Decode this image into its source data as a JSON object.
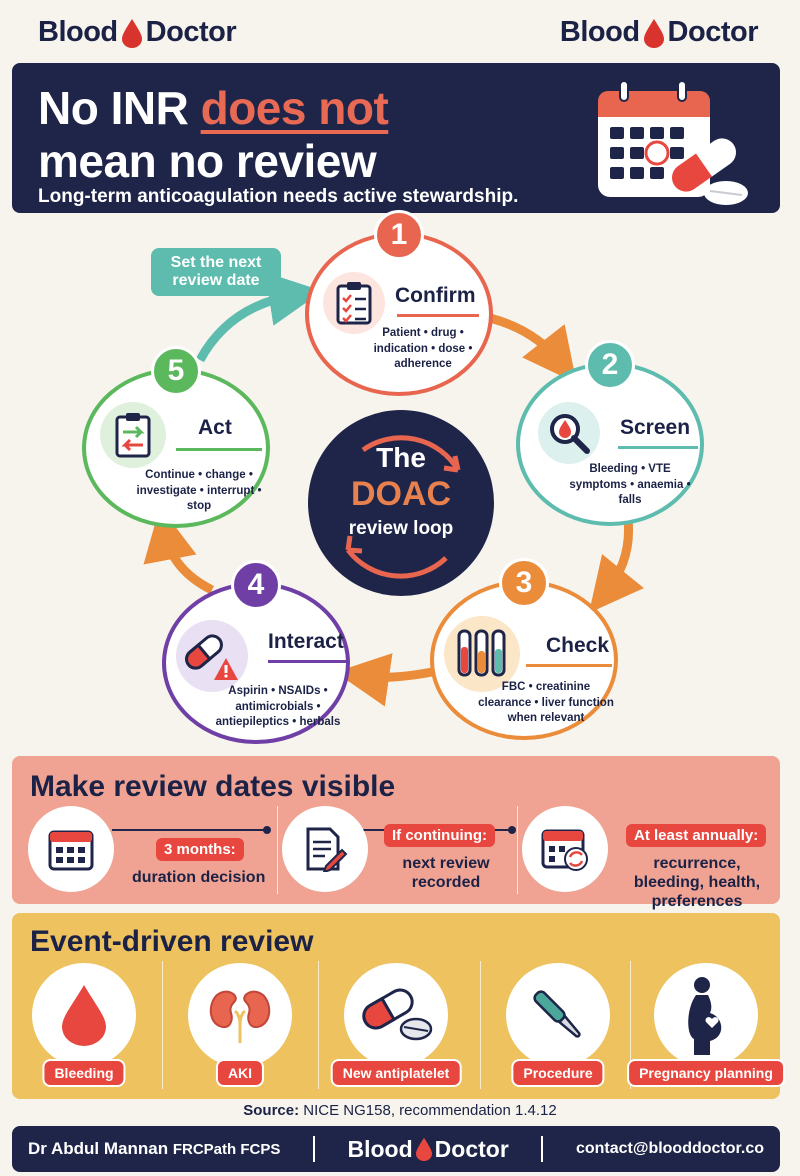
{
  "brand": {
    "word1": "Blood",
    "word2": "Doctor"
  },
  "header": {
    "title_part1": "No INR ",
    "title_accent": "does not",
    "title_line2": "mean no review",
    "subtitle": "Long-term anticoagulation needs active stewardship."
  },
  "loop": {
    "center_line1": "The",
    "center_line2": "DOAC",
    "center_line3": "review loop",
    "set_next": "Set the next review date",
    "steps": [
      {
        "num": "1",
        "title": "Confirm",
        "desc": "Patient • drug • indication • dose • adherence",
        "color": "#e8664f",
        "icon": "clipboard-checklist-icon"
      },
      {
        "num": "2",
        "title": "Screen",
        "desc": "Bleeding • VTE symptoms • anaemia • falls",
        "color": "#5dbcae",
        "icon": "magnifier-blood-drop-icon"
      },
      {
        "num": "3",
        "title": "Check",
        "desc": "FBC • creatinine clearance • liver function when relevant",
        "color": "#ea8c3a",
        "icon": "test-tubes-icon"
      },
      {
        "num": "4",
        "title": "Interact",
        "desc": "Aspirin • NSAIDs • antimicrobials • antiepileptics • herbals",
        "color": "#6f3fa6",
        "icon": "pill-warning-icon"
      },
      {
        "num": "5",
        "title": "Act",
        "desc": "Continue • change • investigate • interrupt • stop",
        "color": "#5cb85c",
        "icon": "clipboard-arrows-icon"
      }
    ]
  },
  "review_dates": {
    "heading": "Make review dates visible",
    "items": [
      {
        "pill": "3 months:",
        "text": "duration decision",
        "icon": "calendar-icon"
      },
      {
        "pill": "If continuing:",
        "text": "next review recorded",
        "icon": "document-pen-icon"
      },
      {
        "pill": "At least annually:",
        "text": "recurrence, bleeding, health, preferences",
        "icon": "calendar-refresh-icon"
      }
    ]
  },
  "events": {
    "heading": "Event-driven review",
    "items": [
      {
        "label": "Bleeding",
        "icon": "blood-drop-icon"
      },
      {
        "label": "AKI",
        "icon": "kidneys-icon"
      },
      {
        "label": "New antiplatelet",
        "icon": "capsule-tablet-icon"
      },
      {
        "label": "Procedure",
        "icon": "scalpel-icon"
      },
      {
        "label": "Pregnancy planning",
        "icon": "pregnant-woman-icon"
      }
    ]
  },
  "source": {
    "label": "Source:",
    "text": "NICE NG158, recommendation 1.4.12"
  },
  "footer": {
    "name": "Dr Abdul Mannan",
    "credentials": "FRCPath FCPS",
    "contact": "contact@blooddoctor.co"
  },
  "colors": {
    "navy": "#1e2549",
    "red": "#e8473f",
    "coral": "#e86a55",
    "salmon_panel": "#f0a393",
    "yellow_panel": "#edc25f"
  }
}
